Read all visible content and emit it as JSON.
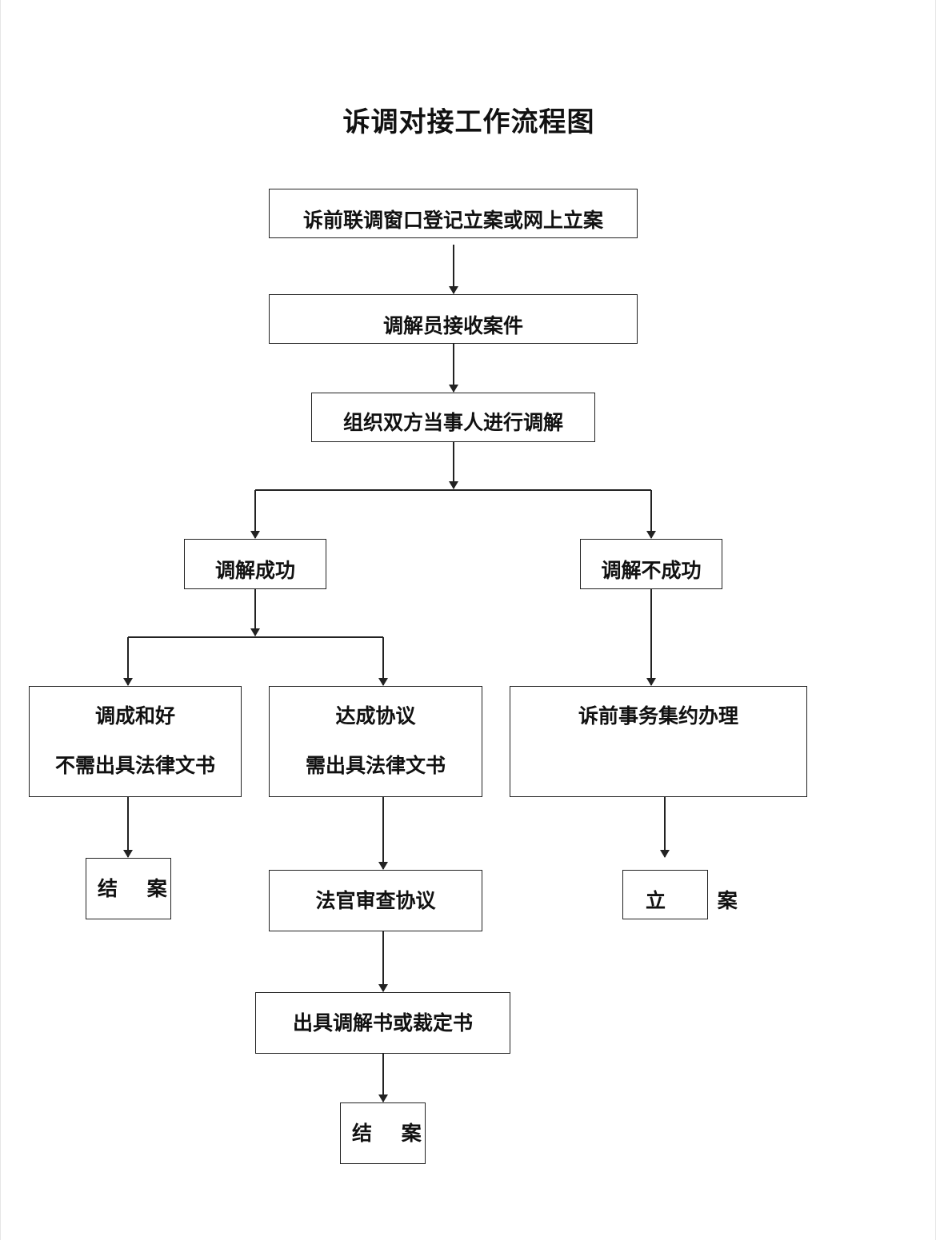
{
  "title": "诉调对接工作流程图",
  "nodes": {
    "register": "诉前联调窗口登记立案或网上立案",
    "mediator_receive": "调解员接收案件",
    "organize": "组织双方当事人进行调解",
    "success": "调解成功",
    "failure": "调解不成功",
    "reconcile": {
      "line1": "调成和好",
      "line2": "不需出具法律文书"
    },
    "agreement": {
      "line1": "达成协议",
      "line2": "需出具法律文书"
    },
    "pre_litigation": "诉前事务集约办理",
    "close_case_left": "结 案",
    "judge_review": "法官审查协议",
    "issue_document": "出具调解书或裁定书",
    "close_case_bottom": "结 案",
    "file_case": "立 案"
  },
  "colors": {
    "line": "#222222",
    "text": "#111111",
    "background": "#ffffff"
  }
}
